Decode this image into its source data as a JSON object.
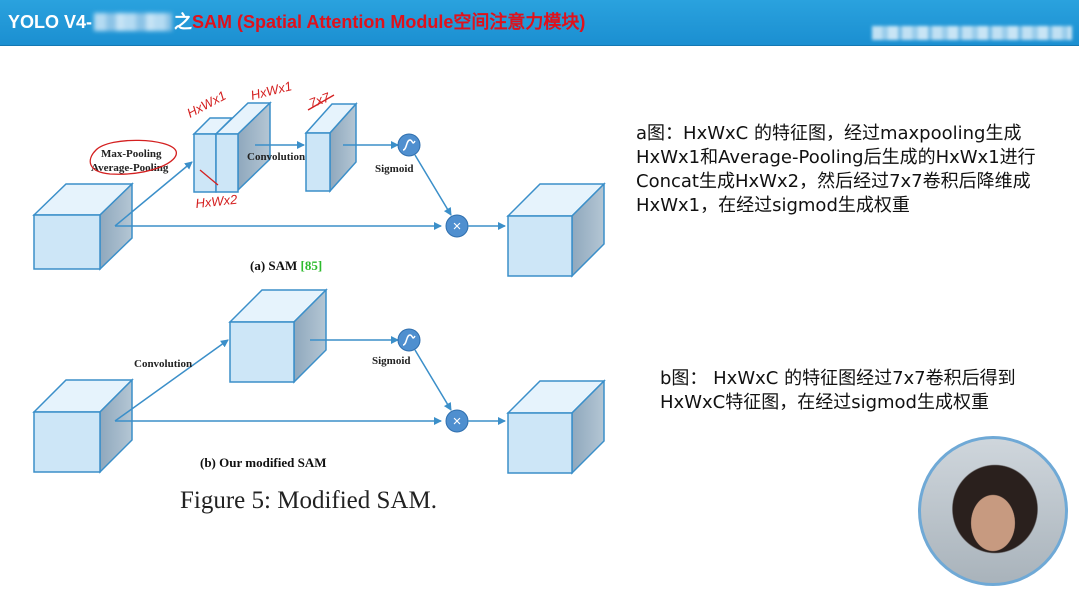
{
  "title": {
    "prefix": "YOLO  V4-",
    "middle": "之",
    "sam": "SAM (",
    "red": "Spatial Attention Module",
    "suffix": "空间注意力模块)"
  },
  "diagram_a": {
    "label_maxpool": "Max-Pooling",
    "label_avgpool": "Average-Pooling",
    "label_conv": "Convolution",
    "label_sigmoid": "Sigmoid",
    "label_multiply": "×",
    "caption_prefix": "(a) SAM ",
    "caption_ref": "[85]",
    "handwriting": [
      "HxWx1",
      "HxWx1",
      "7x7",
      "HxWx2"
    ]
  },
  "diagram_b": {
    "label_conv": "Convolution",
    "label_sigmoid": "Sigmoid",
    "label_multiply": "×",
    "caption": "(b) Our modified SAM"
  },
  "figure_caption": "Figure 5: Modified SAM.",
  "notes": {
    "a": "a图：HxWxC 的特征图，经过maxpooling生成HxWx1和Average-Pooling后生成的HxWx1进行Concat生成HxWx2，然后经过7x7卷积后降维成HxWx1，在经过sigmod生成权重",
    "b": "b图： HxWxC 的特征图经过7x7卷积后得到HxWxC特征图，在经过sigmod生成权重"
  },
  "colors": {
    "cube_front": "#cde6f7",
    "cube_edge": "#3b8fc9",
    "node": "#4f8fcf",
    "annotation_red": "#d42020",
    "ref_green": "#2dbb2d"
  }
}
